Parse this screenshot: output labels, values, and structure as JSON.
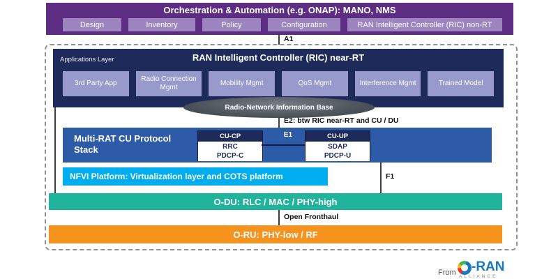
{
  "orchestration": {
    "title": "Orchestration & Automation (e.g. ONAP): MANO, NMS",
    "items": [
      "Design",
      "Inventory",
      "Policy",
      "Configuration",
      "RAN Intelligent Controller (RIC) non-RT"
    ]
  },
  "connectors": {
    "a1": "A1",
    "e2": "E2: btw RIC near-RT and CU / DU",
    "e1": "E1",
    "f1": "F1",
    "open_fronthaul": "Open Fronthaul"
  },
  "ric_near_rt": {
    "title": "RAN Intelligent Controller (RIC) near-RT",
    "corner_label": "Applications Layer",
    "apps": [
      "3rd Party App",
      "Radio Connection Mgmt",
      "Mobility Mgmt",
      "QoS Mgmt",
      "Interference Mgmt",
      "Trained Model"
    ],
    "info_base": "Radio-Network Information Base"
  },
  "cu_stack": {
    "title": "Multi-RAT CU Protocol Stack",
    "cu_cp": {
      "title": "CU-CP",
      "items": [
        "RRC",
        "PDCP-C"
      ]
    },
    "cu_up": {
      "title": "CU-UP",
      "items": [
        "SDAP",
        "PDCP-U"
      ]
    }
  },
  "nfvi": {
    "label": "NFVI Platform: Virtualization layer and COTS platform"
  },
  "odu": {
    "label": "O-DU: RLC / MAC / PHY-high"
  },
  "oru": {
    "label": "O-RU: PHY-low / RF"
  },
  "footer": {
    "from_label": "From",
    "logo_text": "-RAN",
    "logo_subtext": "ALLIANCE"
  },
  "colors": {
    "orchestration_bar": "#5C2D83",
    "orchestration_item": "#9C84BE",
    "ric_near_rt": "#1E2A5A",
    "app_box": "#989ACB",
    "info_base_ellipse": "#4A5159",
    "cu_box": "#2D5BA7",
    "nfvi": "#00AEEF",
    "odu": "#1FB49B",
    "oru": "#F6921E",
    "logo_blue": "#1878BE"
  }
}
